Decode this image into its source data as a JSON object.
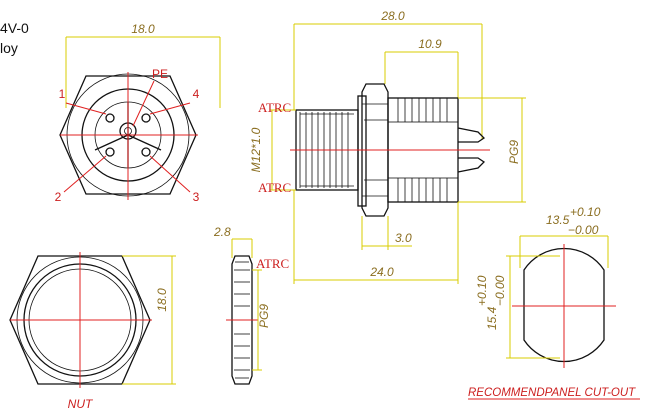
{
  "header": {
    "line1": "4V-0",
    "line2": "loy"
  },
  "labels": {
    "pe": "PE",
    "pin1": "1",
    "pin2": "2",
    "pin3": "3",
    "pin4": "4",
    "atrc_top": "ATRC",
    "atrc_bottom": "ATRC",
    "atrc_nut": "ATRC",
    "thread": "M12*1.0",
    "pg9_main": "PG9",
    "pg9_nut": "PG9",
    "nut": "NUT",
    "cutout_title": "RECOMMENDPANEL CUT-OUT"
  },
  "dimensions": {
    "front_width": "18.0",
    "total_length": "28.0",
    "rear_length": "10.9",
    "body_length": "24.0",
    "flange": "3.0",
    "nut_thickness": "2.8",
    "nut_height": "18.0",
    "cutout_width": "13.5",
    "cutout_width_tol_plus": "+0.10",
    "cutout_width_tol_minus": "−0.00",
    "cutout_height": "15.4",
    "cutout_height_tol_plus": "+0.10",
    "cutout_height_tol_minus": "−0.00"
  },
  "colors": {
    "dimension": "#d8cc00",
    "centerline": "#e02020",
    "outline": "#111111"
  }
}
